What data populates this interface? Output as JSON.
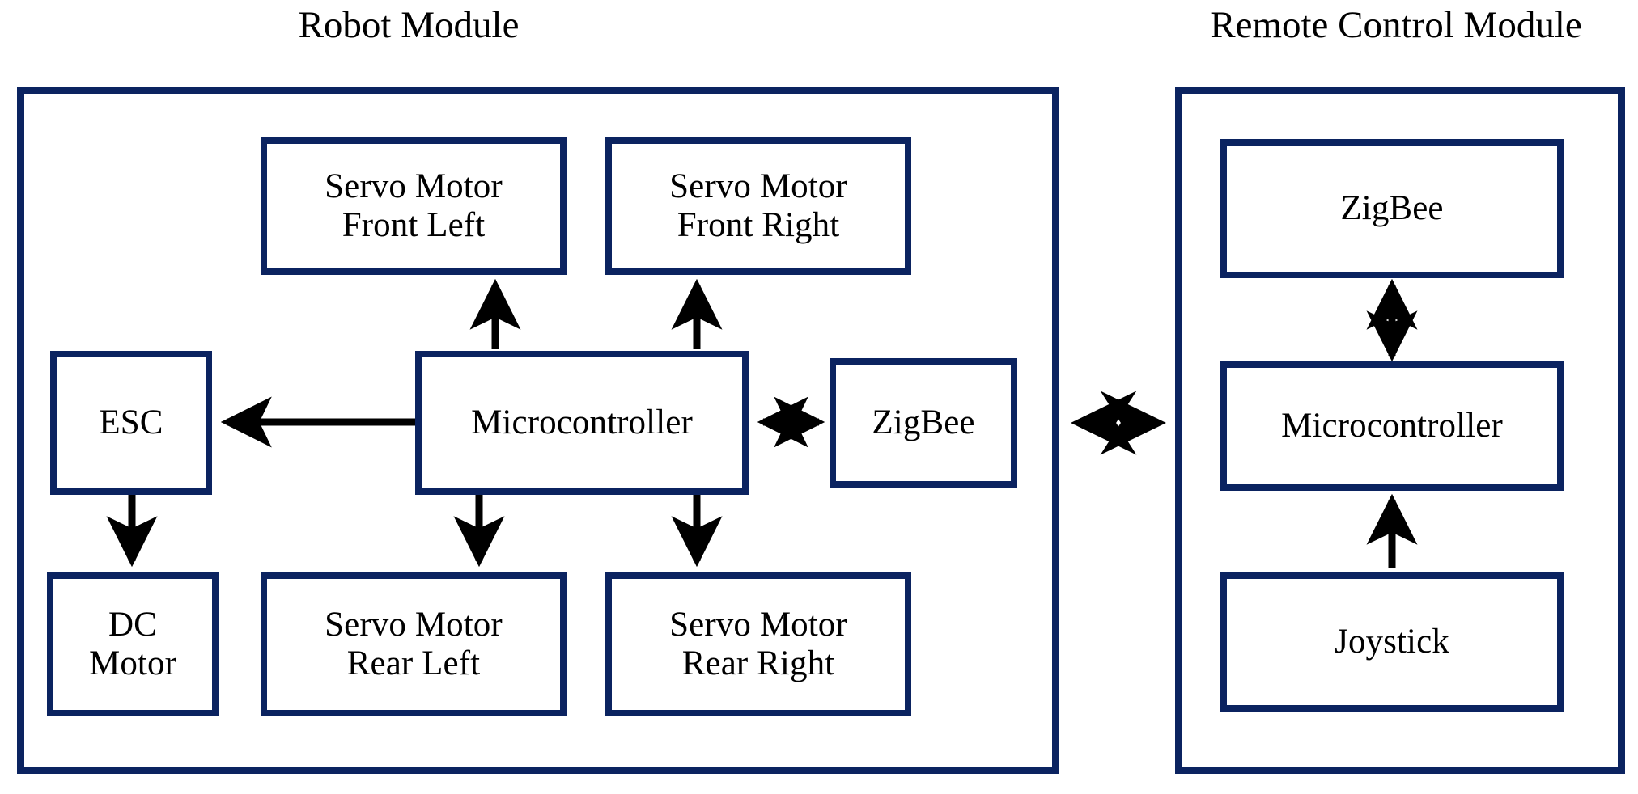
{
  "diagram": {
    "type": "block-diagram",
    "background_color": "#ffffff",
    "box_border_color": "#0b2360",
    "connector_color": "#000000",
    "text_color": "#000000"
  },
  "modules": [
    {
      "id": "robot-module",
      "title": "Robot Module",
      "blocks": [
        {
          "id": "servo-front-left",
          "label": "Servo Motor\nFront Left"
        },
        {
          "id": "servo-front-right",
          "label": "Servo Motor\nFront Right"
        },
        {
          "id": "esc",
          "label": "ESC"
        },
        {
          "id": "microcontroller",
          "label": "Microcontroller"
        },
        {
          "id": "zigbee",
          "label": "ZigBee"
        },
        {
          "id": "dc-motor",
          "label": "DC\nMotor"
        },
        {
          "id": "servo-rear-left",
          "label": "Servo Motor\nRear Left"
        },
        {
          "id": "servo-rear-right",
          "label": "Servo Motor\nRear Right"
        }
      ]
    },
    {
      "id": "remote-control-module",
      "title": "Remote Control Module",
      "blocks": [
        {
          "id": "rc-zigbee",
          "label": "ZigBee"
        },
        {
          "id": "rc-microcontroller",
          "label": "Microcontroller"
        },
        {
          "id": "rc-joystick",
          "label": "Joystick"
        }
      ]
    }
  ],
  "connections": [
    {
      "id": "mcu-to-servo-front-left",
      "from": "microcontroller",
      "to": "servo-front-left",
      "style": "solid",
      "arrow": "single-up"
    },
    {
      "id": "mcu-to-servo-front-right",
      "from": "microcontroller",
      "to": "servo-front-right",
      "style": "solid",
      "arrow": "single-up"
    },
    {
      "id": "mcu-to-esc",
      "from": "microcontroller",
      "to": "esc",
      "style": "solid",
      "arrow": "single-left"
    },
    {
      "id": "mcu-to-zigbee",
      "from": "microcontroller",
      "to": "zigbee",
      "style": "solid",
      "arrow": "double-horizontal"
    },
    {
      "id": "esc-to-dc-motor",
      "from": "esc",
      "to": "dc-motor",
      "style": "solid",
      "arrow": "single-down"
    },
    {
      "id": "mcu-to-servo-rear-left",
      "from": "microcontroller",
      "to": "servo-rear-left",
      "style": "solid",
      "arrow": "single-down"
    },
    {
      "id": "mcu-to-servo-rear-right",
      "from": "microcontroller",
      "to": "servo-rear-right",
      "style": "solid",
      "arrow": "single-down"
    },
    {
      "id": "robot-to-remote-wireless",
      "from": "robot-module",
      "to": "remote-control-module",
      "style": "dotted",
      "arrow": "double-horizontal"
    },
    {
      "id": "rc-zigbee-to-mcu",
      "from": "rc-zigbee",
      "to": "rc-microcontroller",
      "style": "solid",
      "arrow": "double-vertical"
    },
    {
      "id": "joystick-to-rc-mcu",
      "from": "rc-joystick",
      "to": "rc-microcontroller",
      "style": "solid",
      "arrow": "single-up"
    }
  ]
}
